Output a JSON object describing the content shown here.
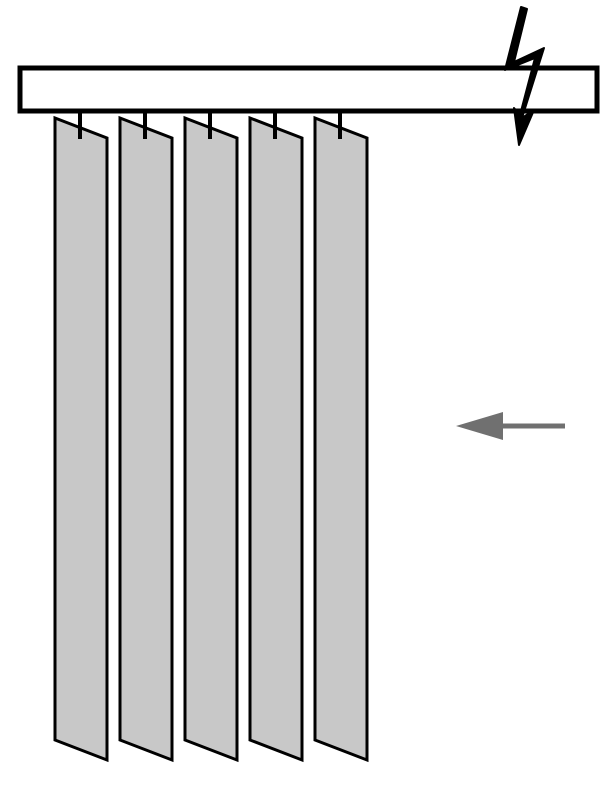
{
  "diagram": {
    "subject": "vertical-blinds",
    "slat_count": 5,
    "colors": {
      "outline": "#000000",
      "slat_fill": "#c8c8c8",
      "rail_fill": "#ffffff",
      "arrow": "#707070",
      "background": "#ffffff"
    },
    "icons": [
      "lightning-bolt-icon",
      "direction-arrow-icon"
    ],
    "arrow_direction": "left"
  }
}
